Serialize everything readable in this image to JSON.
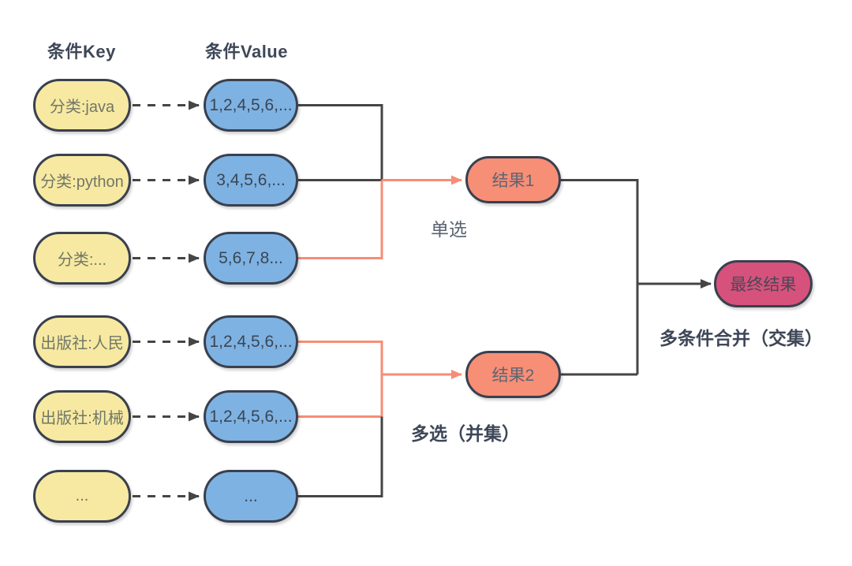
{
  "diagram": {
    "headers": {
      "key": "条件Key",
      "value": "条件Value"
    },
    "key_nodes": [
      "分类:java",
      "分类:python",
      "分类:...",
      "出版社:人民",
      "出版社:机械",
      "..."
    ],
    "value_nodes": [
      "1,2,4,5,6,...",
      "3,4,5,6,...",
      "5,6,7,8...",
      "1,2,4,5,6,...",
      "1,2,4,5,6,...",
      "..."
    ],
    "result_nodes": {
      "first": "结果1",
      "second": "结果2"
    },
    "final_node": "最终结果",
    "labels": {
      "single_select": "单选",
      "multi_select": "多选（并集）",
      "merge": "多条件合并（交集）"
    },
    "colors": {
      "key_node_fill": "#F7E9A1",
      "value_node_fill": "#7EB2E2",
      "result_node_fill": "#F78E76",
      "final_node_fill": "#D6527C",
      "node_border": "#39404E",
      "wire_dark": "#454545",
      "wire_accent": "#F78D76",
      "heading_text": "#3E4758"
    }
  }
}
